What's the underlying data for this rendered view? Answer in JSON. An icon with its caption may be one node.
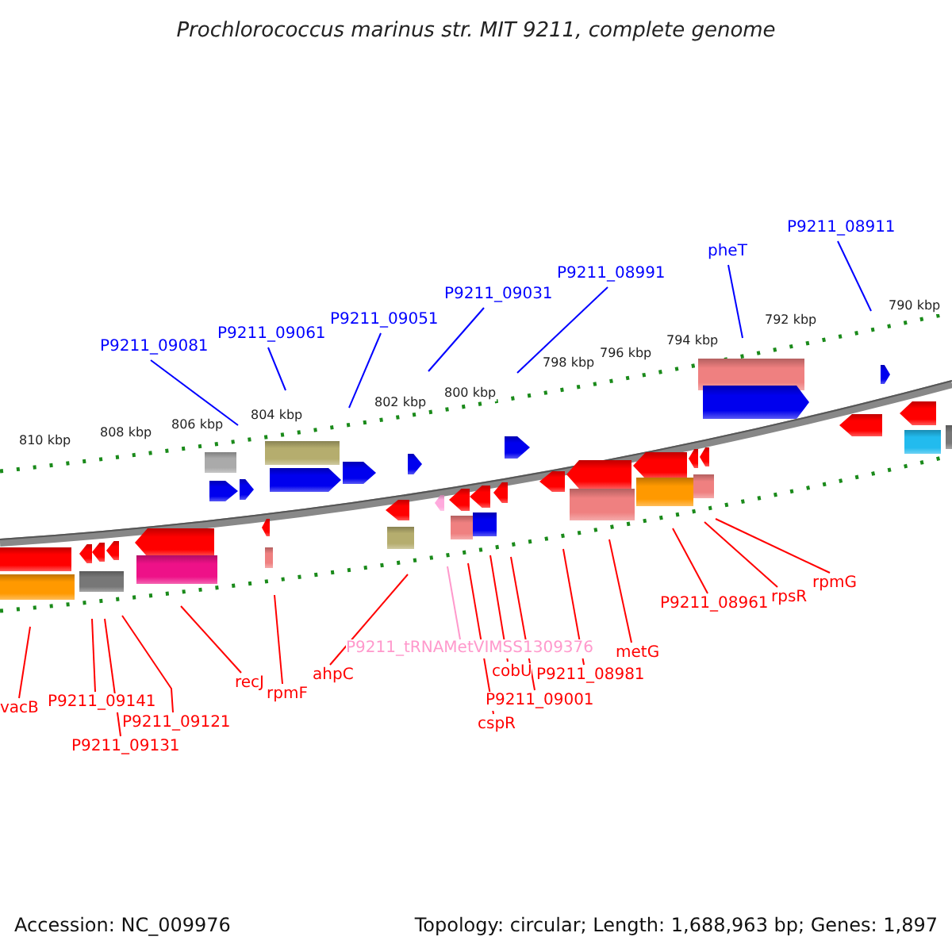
{
  "diagram": {
    "title": "Prochlorococcus marinus str. MIT 9211, complete genome",
    "nodes": [
      {
        "text": [
          "P9211_09081"
        ]
      },
      {
        "text": [
          "P9211_09061"
        ]
      },
      {
        "text": [
          "P9211_09051"
        ]
      },
      {
        "text": [
          "P9211_09031"
        ]
      },
      {
        "text": [
          "P9211_08991"
        ]
      },
      {
        "text": [
          "pheT"
        ]
      },
      {
        "text": [
          "P9211_08911"
        ]
      },
      {
        "text": [
          "P9211_tRNAMetVIMSS1309376"
        ]
      },
      {
        "text": [
          "metG"
        ]
      },
      {
        "text": [
          "P9211_08961"
        ]
      },
      {
        "text": [
          "rpsR"
        ]
      },
      {
        "text": [
          "rpmG"
        ]
      },
      {
        "text": [
          "recJ"
        ]
      },
      {
        "text": [
          "rpmF"
        ]
      },
      {
        "text": [
          "ahpC"
        ]
      },
      {
        "text": [
          "cobU"
        ]
      },
      {
        "text": [
          "P9211_08981"
        ]
      },
      {
        "text": [
          "vacB"
        ]
      },
      {
        "text": [
          "P9211_09141"
        ]
      },
      {
        "text": [
          "P9211_09001"
        ]
      },
      {
        "text": [
          "P9211_09121"
        ]
      },
      {
        "text": [
          "cspR"
        ]
      },
      {
        "text": [
          "P9211_09131"
        ]
      }
    ],
    "edges": [
      {
        "from": 0,
        "to": null,
        "arrow": "none",
        "color": "#0000ff"
      },
      {
        "from": 1,
        "to": null,
        "arrow": "none",
        "color": "#0000ff"
      },
      {
        "from": 2,
        "to": null,
        "arrow": "none",
        "color": "#0000ff"
      },
      {
        "from": 3,
        "to": null,
        "arrow": "none",
        "color": "#0000ff"
      },
      {
        "from": 4,
        "to": null,
        "arrow": "none",
        "color": "#0000ff"
      },
      {
        "from": 5,
        "to": null,
        "arrow": "none",
        "color": "#0000ff"
      },
      {
        "from": 6,
        "to": null,
        "arrow": "none",
        "color": "#0000ff"
      },
      {
        "from": 7,
        "to": null,
        "arrow": "none",
        "color": "#ff99cc"
      },
      {
        "from": 8,
        "to": null,
        "arrow": "none"
      },
      {
        "from": 9,
        "to": null,
        "arrow": "none"
      },
      {
        "from": 10,
        "to": null,
        "arrow": "none"
      },
      {
        "from": 11,
        "to": null,
        "arrow": "none"
      },
      {
        "from": 12,
        "to": null,
        "arrow": "none"
      },
      {
        "from": 13,
        "to": null,
        "arrow": "none"
      },
      {
        "from": 14,
        "to": null,
        "arrow": "none"
      },
      {
        "from": 15,
        "to": null,
        "arrow": "none"
      },
      {
        "from": 16,
        "to": null,
        "arrow": "none"
      },
      {
        "from": 17,
        "to": null,
        "arrow": "none"
      },
      {
        "from": 18,
        "to": null,
        "arrow": "none"
      },
      {
        "from": 19,
        "to": null,
        "arrow": "none"
      },
      {
        "from": 20,
        "to": null,
        "arrow": "none"
      },
      {
        "from": 21,
        "to": null,
        "arrow": "none"
      },
      {
        "from": 22,
        "to": null,
        "arrow": "none"
      }
    ],
    "labels": [
      "790 kbp",
      "792 kbp",
      "794 kbp",
      "796 kbp",
      "798 kbp",
      "800 kbp",
      "802 kbp",
      "804 kbp",
      "806 kbp",
      "808 kbp",
      "810 kbp",
      "Accession: NC_009976",
      "Topology: circular; Length: 1,688,963 bp; Genes: 1,897"
    ]
  }
}
